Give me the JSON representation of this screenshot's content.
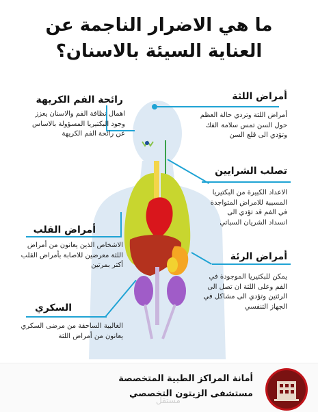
{
  "title": {
    "line1": "ما هي الاضرار الناجمة عن",
    "line2": "العناية السيئة بالاسنان؟"
  },
  "sections": {
    "bad_breath": {
      "heading": "رائحة الفم الكريهة",
      "lines": [
        "اهمال نظافة الفم والاسنان يعزز",
        "وجود البكتيريا المسؤولة بالاساس",
        "عن رائحة الفم الكريهة"
      ]
    },
    "gum_disease": {
      "heading": "أمراض اللثة",
      "lines": [
        "أمراض اللثة وتردي حالة العظم",
        "حول السن تمس سلامة الفك",
        "وتؤدي الى قلع السن"
      ]
    },
    "atherosclerosis": {
      "heading": "تصلب الشرايين",
      "lines": [
        "الاعداد الكبيرة من البكتيريا",
        "المسببة للامراض المتواجدة",
        "في الفم قد تؤدي الى",
        "انسداد الشريان السباتي"
      ]
    },
    "heart_disease": {
      "heading": "أمراض القلب",
      "lines": [
        "الاشخاص الذين يعانون من أمراض",
        "اللثة معرضين للاصابة بأمراض القلب",
        "أكثر بمرتين"
      ]
    },
    "lung_disease": {
      "heading": "أمراض الرئة",
      "lines": [
        "يمكن للبكتيريا الموجودة في",
        "الفم وعلى اللثة ان تصل الى",
        "الرئتين وتؤدي الى مشاكل في",
        "الجهاز التنفسي"
      ]
    },
    "diabetes": {
      "heading": "السكري",
      "lines": [
        "الغالبية الساحقة من مرضى السكري",
        "يعانون من أمراض اللثة"
      ]
    }
  },
  "footer": {
    "organization": "أمانة المراكز الطبية المتخصصة",
    "hospital": "مستشفى الزيتون التخصصي",
    "watermark": "مستقل"
  },
  "colors": {
    "accent": "#1fa3d4",
    "body": "#dde9f4",
    "lungs": "#c8d62f",
    "heart": "#d9161c",
    "liver": "#b4321e",
    "stomach": "#f5a623",
    "kidneys": "#a05cc8"
  }
}
